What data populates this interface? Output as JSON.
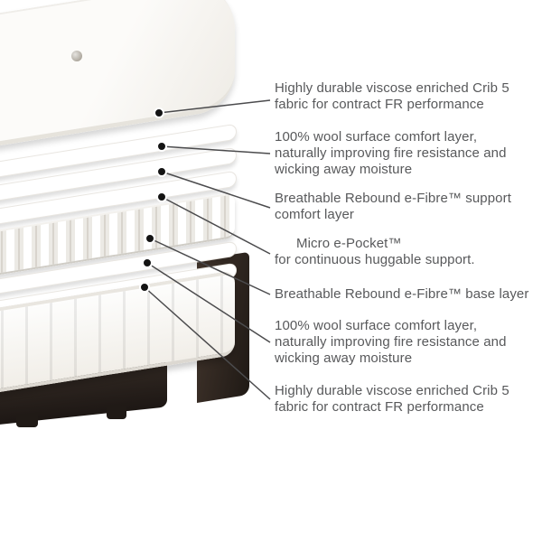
{
  "diagram": {
    "labels": [
      {
        "lines": [
          "Highly durable viscose enriched Crib 5",
          "fabric for contract FR performance"
        ]
      },
      {
        "lines": [
          "100% wool surface comfort layer,",
          "naturally improving fire resistance and",
          "wicking away moisture"
        ]
      },
      {
        "lines": [
          "Breathable Rebound e-Fibre™ support",
          "comfort layer"
        ]
      },
      {
        "lines": [
          "Micro e-Pocket™",
          "for continuous huggable support."
        ]
      },
      {
        "lines": [
          "Breathable Rebound e-Fibre™ base layer"
        ]
      },
      {
        "lines": [
          "100% wool surface comfort layer,",
          "naturally improving fire resistance and",
          "wicking away moisture"
        ]
      },
      {
        "lines": [
          "Highly durable viscose enriched Crib 5",
          "fabric for contract FR performance"
        ]
      }
    ]
  },
  "colors": {
    "text": "#58595b",
    "line": "#4b4b4d",
    "dot": "#141414"
  }
}
